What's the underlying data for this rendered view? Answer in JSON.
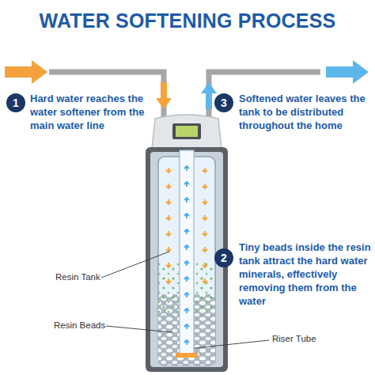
{
  "diagram": {
    "title": "WATER SOFTENING PROCESS",
    "nodes": [
      {
        "text": [
          "1"
        ]
      },
      {
        "text": [
          "3"
        ]
      },
      {
        "text": [
          "2"
        ]
      }
    ],
    "labels": [
      "Hard water reaches the water softener from the main water line",
      "Softened water leaves the tank to be distributed throughout the home",
      "Tiny beads inside the resin tank attract the hard water minerals, effectively removing them from the water",
      "Resin Tank",
      "Resin Beads",
      "Riser Tube"
    ]
  }
}
